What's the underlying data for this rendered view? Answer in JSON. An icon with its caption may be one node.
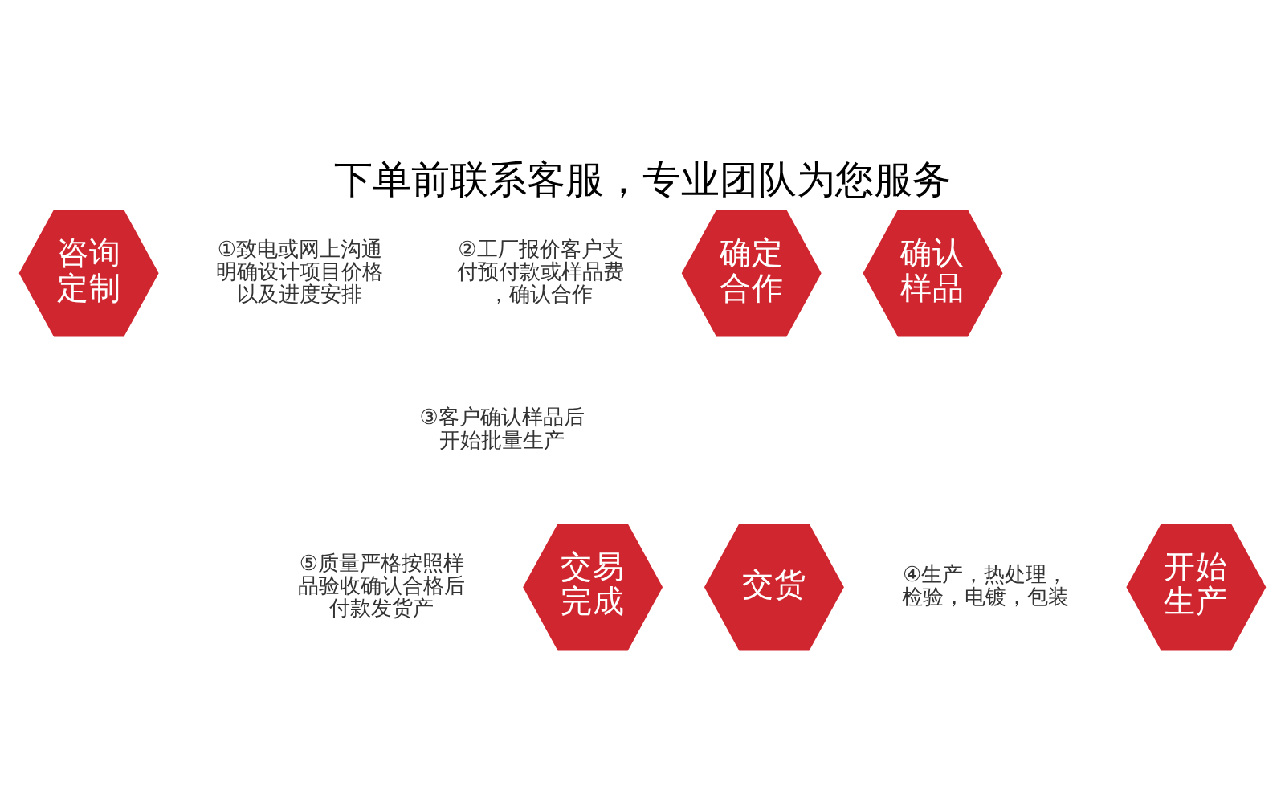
{
  "diagram": {
    "title": "下单前联系客服，专业团队为您服务",
    "nodes": [
      {
        "text": [
          "咨询定制"
        ]
      },
      {
        "text": [
          "确定合作"
        ]
      },
      {
        "text": [
          "确认样品"
        ]
      },
      {
        "text": [
          "交易完成"
        ]
      },
      {
        "text": [
          "交货"
        ]
      },
      {
        "text": [
          "开始生产"
        ]
      }
    ],
    "edges": [],
    "labels": [
      "①致电或网上沟通明确设计项目价格以及进度安排",
      "②工厂报价客户支付预付款或样品费，确认合作",
      "③客户确认样品后开始批量生产",
      "⑤质量严格按照样品验收确认合格后付款发货产",
      "④生产，热处理，检验，电镀，包装"
    ]
  }
}
